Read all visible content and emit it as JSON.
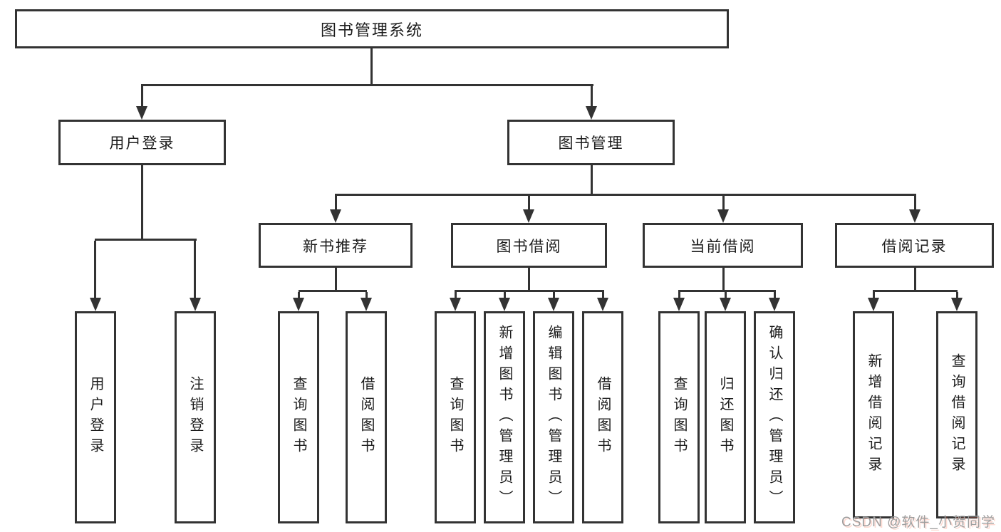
{
  "diagram_type": "hierarchy-tree",
  "tree": {
    "label": "图书管理系统",
    "children": [
      {
        "label": "用户登录",
        "children": [
          {
            "label": "用户登录"
          },
          {
            "label": "注销登录"
          }
        ]
      },
      {
        "label": "图书管理",
        "children": [
          {
            "label": "新书推荐",
            "children": [
              {
                "label": "查询图书"
              },
              {
                "label": "借阅图书"
              }
            ]
          },
          {
            "label": "图书借阅",
            "children": [
              {
                "label": "查询图书"
              },
              {
                "label": "新增图书（管理员）"
              },
              {
                "label": "编辑图书（管理员）"
              },
              {
                "label": "借阅图书"
              }
            ]
          },
          {
            "label": "当前借阅",
            "children": [
              {
                "label": "查询图书"
              },
              {
                "label": "归还图书"
              },
              {
                "label": "确认归还（管理员）"
              }
            ]
          },
          {
            "label": "借阅记录",
            "children": [
              {
                "label": "新增借阅记录"
              },
              {
                "label": "查询借阅记录"
              }
            ]
          }
        ]
      }
    ]
  },
  "watermark": {
    "text": "CSDN @软件_小贺同学"
  },
  "colors": {
    "line": "#333333",
    "box_border": "#333333",
    "box_fill": "#ffffff",
    "text": "#1c1c1c",
    "background": "#ffffff",
    "watermark": "#9e9e9e"
  }
}
